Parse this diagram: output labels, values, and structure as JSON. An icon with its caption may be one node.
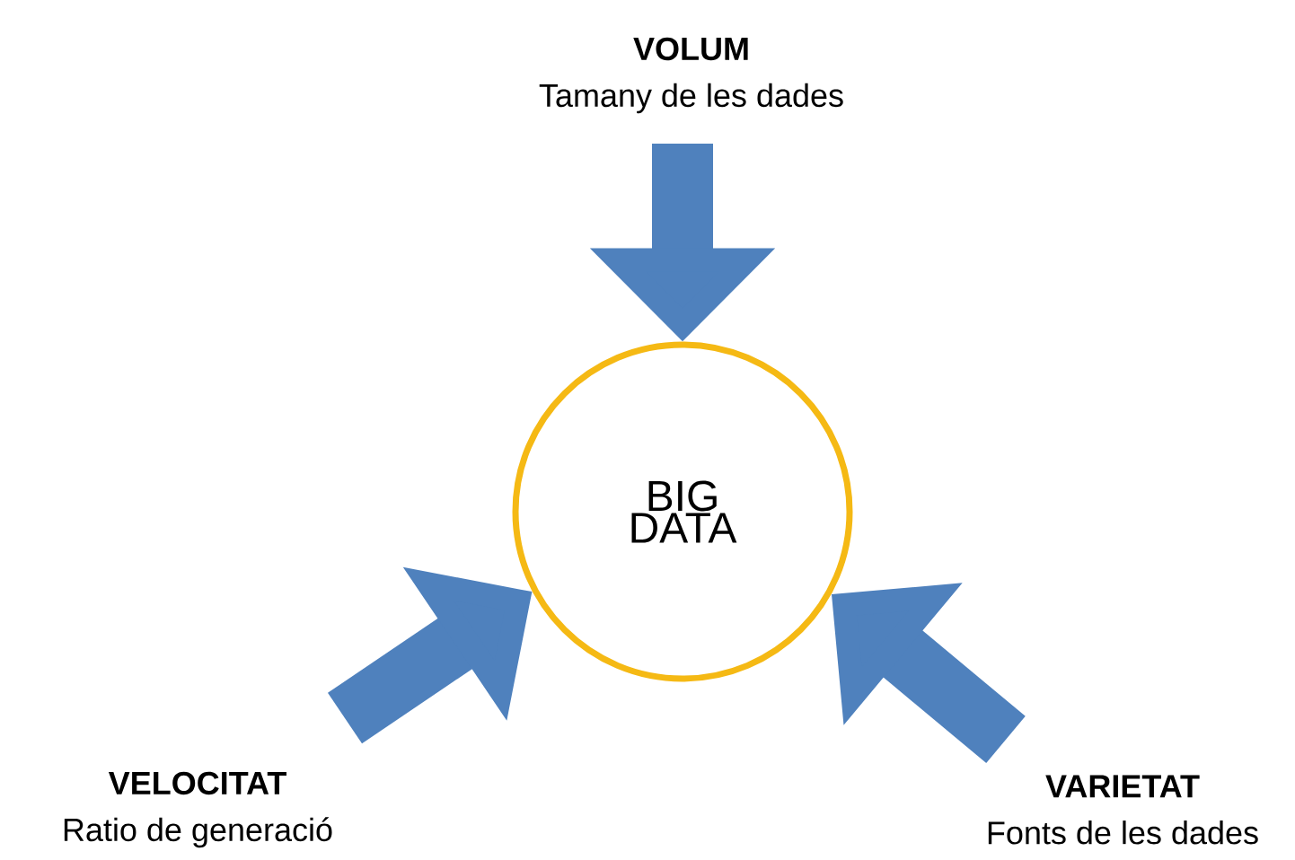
{
  "diagram": {
    "nodes": [
      {
        "text": [
          "BIG DATA"
        ]
      },
      {
        "text": [
          "VOLUM",
          "Tamany de les dades"
        ]
      },
      {
        "text": [
          "VELOCITAT",
          "Ratio de generació"
        ]
      },
      {
        "text": [
          "VARIETAT",
          "Fonts de les dades"
        ]
      }
    ],
    "edges": [
      {
        "from": 1,
        "to": 0,
        "arrow": "to"
      },
      {
        "from": 2,
        "to": 0,
        "arrow": "to"
      },
      {
        "from": 3,
        "to": 0,
        "arrow": "to"
      }
    ]
  }
}
